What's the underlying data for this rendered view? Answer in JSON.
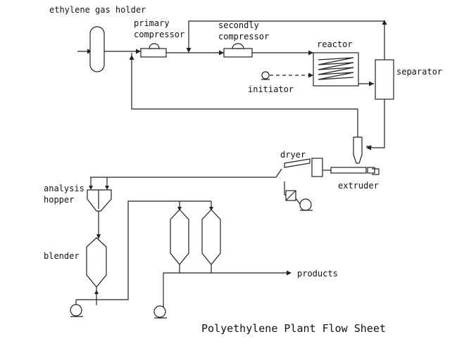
{
  "labels": {
    "gas_holder": "ethylene gas holder",
    "primary_1": "primary",
    "primary_2": "compressor",
    "secondary_1": "secondly",
    "secondary_2": "compressor",
    "reactor": "reactor",
    "initiator": "initiator",
    "separator": "separator",
    "dryer": "dryer",
    "extruder": "extruder",
    "analysis_1": "analysis",
    "analysis_2": "hopper",
    "blender": "blender",
    "products": "products"
  },
  "title": "Polyethylene Plant Flow Sheet",
  "colors": {
    "line": "#222222",
    "background": "#ffffff",
    "text": "#111111"
  }
}
